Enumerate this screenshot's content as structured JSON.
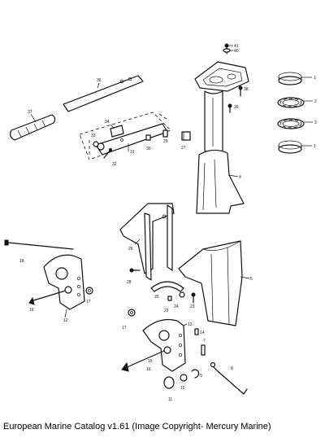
{
  "caption": "European Marine Catalog v1.61 (Image Copyright- Mercury Marine)",
  "callouts": [
    {
      "id": "c41",
      "label": "41"
    },
    {
      "id": "c40",
      "label": "40"
    },
    {
      "id": "c36",
      "label": "36"
    },
    {
      "id": "c38",
      "label": "38"
    },
    {
      "id": "c39",
      "label": "39"
    },
    {
      "id": "c37",
      "label": "37"
    },
    {
      "id": "c34",
      "label": "34"
    },
    {
      "id": "c33",
      "label": "33"
    },
    {
      "id": "c31",
      "label": "31"
    },
    {
      "id": "c30",
      "label": "30"
    },
    {
      "id": "c29",
      "label": "29"
    },
    {
      "id": "c27",
      "label": "27"
    },
    {
      "id": "c32",
      "label": "32"
    },
    {
      "id": "c4",
      "label": "4"
    },
    {
      "id": "b1",
      "label": "1"
    },
    {
      "id": "b2",
      "label": "2"
    },
    {
      "id": "b3",
      "label": "3"
    },
    {
      "id": "b1b",
      "label": "1"
    },
    {
      "id": "c26",
      "label": "26"
    },
    {
      "id": "c18",
      "label": "18"
    },
    {
      "id": "c28",
      "label": "28"
    },
    {
      "id": "c25",
      "label": "25"
    },
    {
      "id": "c24",
      "label": "24"
    },
    {
      "id": "c22",
      "label": "22"
    },
    {
      "id": "c23",
      "label": "23"
    },
    {
      "id": "c5",
      "label": "5"
    },
    {
      "id": "c16",
      "label": "16"
    },
    {
      "id": "c17",
      "label": "17"
    },
    {
      "id": "c12",
      "label": "12"
    },
    {
      "id": "c17b",
      "label": "17"
    },
    {
      "id": "c13",
      "label": "13"
    },
    {
      "id": "c14",
      "label": "14"
    },
    {
      "id": "c7",
      "label": "7"
    },
    {
      "id": "c15",
      "label": "15"
    },
    {
      "id": "c16b",
      "label": "16"
    },
    {
      "id": "c8",
      "label": "8"
    },
    {
      "id": "c9",
      "label": "9"
    },
    {
      "id": "c10",
      "label": "10"
    },
    {
      "id": "c11",
      "label": "11"
    }
  ]
}
